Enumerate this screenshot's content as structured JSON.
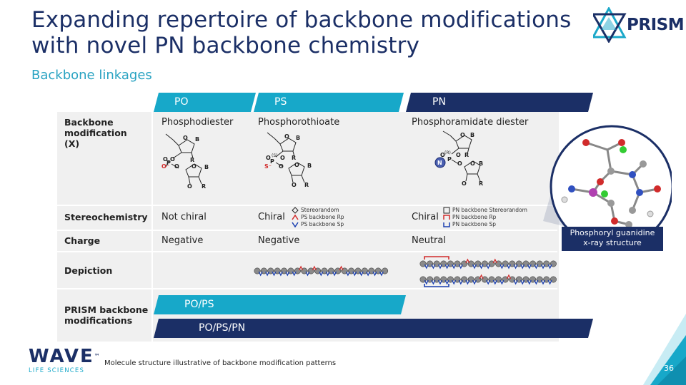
{
  "title_line1": "Expanding repertoire of backbone modifications",
  "title_line2": "with novel PN backbone chemistry",
  "subtitle": "Backbone linkages",
  "logo_text": "PRISM",
  "headers": {
    "po": "PO",
    "ps": "PS",
    "pn": "PN"
  },
  "rows": {
    "backbone": "Backbone modification (X)",
    "stereo": "Stereochemistry",
    "charge": "Charge",
    "depiction": "Depiction",
    "prism": "PRISM backbone modifications"
  },
  "po": {
    "name": "Phosphodiester",
    "stereo": "Not chiral",
    "charge": "Negative"
  },
  "ps": {
    "name": "Phosphorothioate",
    "stereo": "Chiral",
    "charge": "Negative"
  },
  "pn": {
    "name": "Phosphoramidate diester",
    "stereo": "Chiral",
    "charge": "Neutral"
  },
  "ps_legend": {
    "l1": "Stereorandom",
    "l2": "PS backbone Rp",
    "l3": "PS backbone Sp"
  },
  "pn_legend": {
    "l1": "PN backbone Stereorandom",
    "l2": "PN backbone Rp",
    "l3": "PN backbone Sp"
  },
  "mol": {
    "B": "B",
    "O": "O",
    "R": "R",
    "P": "P",
    "Ominus": "O⁻",
    "Sminus": "S⁻",
    "Sp_label": "(S)",
    "Rp_label": "(R)",
    "N": "N"
  },
  "bars": {
    "pops": "PO/PS",
    "popspn": "PO/PS/PN"
  },
  "xray_caption_1": "Phosphoryl guanidine",
  "xray_caption_2": "x-ray structure",
  "footnote": "Molecule structure illustrative of backbone modification patterns",
  "page_number": "36",
  "wave": {
    "name": "WAVE",
    "tm": "™",
    "sub": "LIFE SCIENCES"
  },
  "colors": {
    "navy": "#1b2f66",
    "teal": "#17a8c9",
    "red": "#d12b2b",
    "blue": "#1a3fb0"
  }
}
